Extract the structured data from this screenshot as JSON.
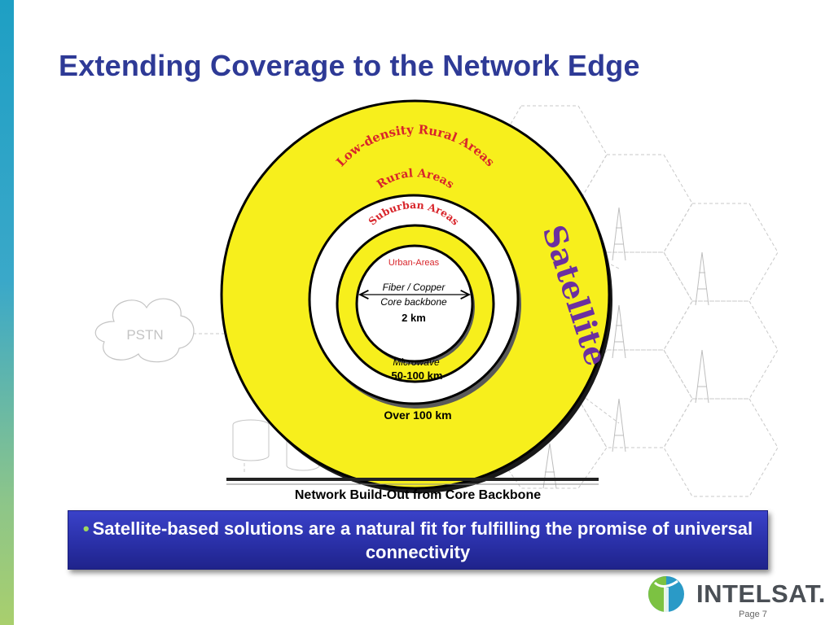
{
  "slide": {
    "title": "Extending Coverage to the Network Edge",
    "page": "Page 7",
    "brand_color": "#2e3a96"
  },
  "diagram": {
    "outer_ring_labels": [
      "Low-density Rural Areas",
      "Rural Areas"
    ],
    "middle_ring_label": "Suburban Areas",
    "inner_label": "Urban-Areas",
    "satellite_label": "Satellite",
    "core_line1": "Fiber / Copper",
    "core_line2": "Core backbone",
    "core_distance": "2 km",
    "microwave_label": "Microwave",
    "microwave_distance": "50-100 km",
    "outer_distance": "Over 100 km",
    "background_cloud_label": "PSTN",
    "ring_fill_color": "#f7ef1c",
    "label_color_red": "#d8252b",
    "satellite_color": "#6b2fa0",
    "caption": "Network Build-Out from Core Backbone"
  },
  "callout": {
    "text": "Satellite-based solutions are a natural fit for fulfilling the promise of universal connectivity",
    "bullet_color": "#9fd85f"
  },
  "logo": {
    "name": "INTELSAT.",
    "icon": "globe-logo-icon"
  }
}
